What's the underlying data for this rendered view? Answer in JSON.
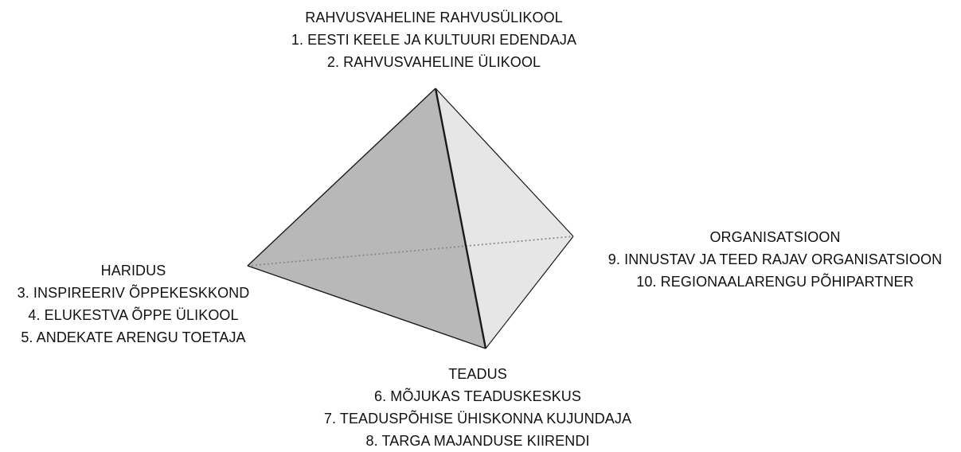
{
  "diagram": {
    "type": "tetrahedron",
    "colors": {
      "left_face": "#b8b8b8",
      "right_face": "#e6e6e6",
      "edge": "#1a1a1a",
      "hidden_edge": "#8a8a8a",
      "text": "#111111"
    },
    "vertices": {
      "top": {
        "title": "RAHVUSVAHELINE RAHVUSÜLIKOOL",
        "items": [
          "1. EESTI KEELE JA KULTUURI EDENDAJA",
          "2. RAHVUSVAHELINE ÜLIKOOL"
        ]
      },
      "left": {
        "title": "HARIDUS",
        "items": [
          "3. INSPIREERIV ÕPPEKESKKOND",
          "4. ELUKESTVA ÕPPE ÜLIKOOL",
          "5. ANDEKATE ARENGU TOETAJA"
        ]
      },
      "right": {
        "title": "ORGANISATSIOON",
        "items": [
          "9. INNUSTAV JA TEED RAJAV ORGANISATSIOON",
          "10. REGIONAALARENGU PÕHIPARTNER"
        ]
      },
      "bottom": {
        "title": "TEADUS",
        "items": [
          "6. MÕJUKAS TEADUSKESKUS",
          "7. TEADUSPÕHISE ÜHISKONNA KUJUNDAJA",
          "8. TARGA MAJANDUSE KIIRENDI"
        ]
      }
    }
  }
}
